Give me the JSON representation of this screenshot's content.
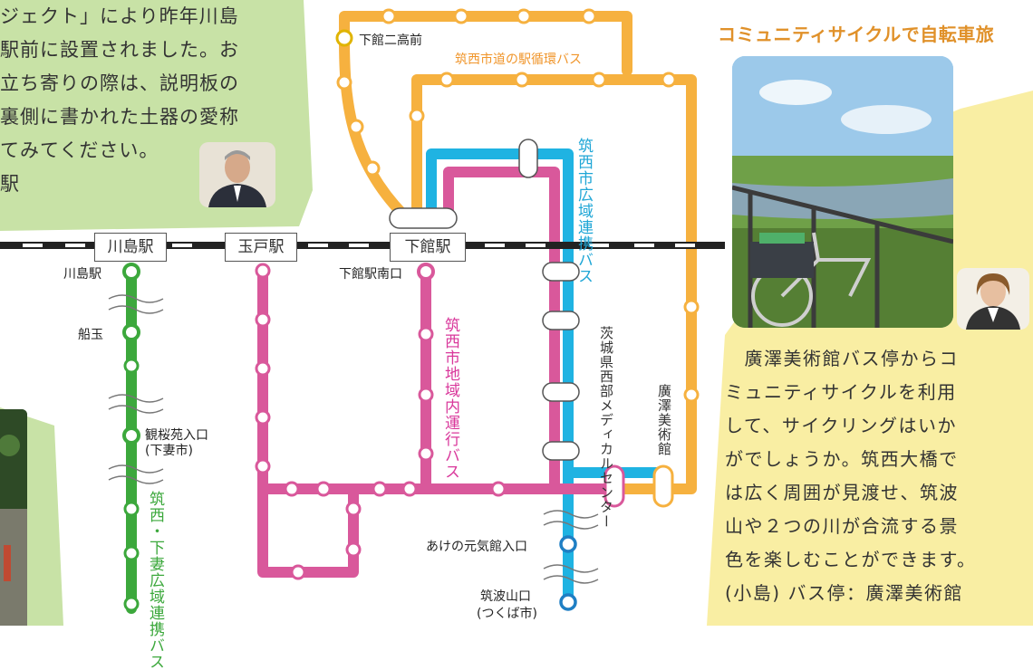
{
  "left_column": {
    "lines": [
      "ジェクト」により昨年川島",
      "駅前に設置されました。お",
      "立ち寄りの際は、説明板の",
      "裏側に書かれた土器の愛称",
      "てみてください。",
      "駅"
    ]
  },
  "railway": {
    "stations": [
      "川島駅",
      "玉戸駅",
      "下館駅"
    ]
  },
  "bus_lines": {
    "orange_name": "筑西市道の駅循環バス",
    "blue_name": "筑西市広域連携バス",
    "pink_name": "筑西市地域内運行バス",
    "green_name": "筑西・下妻広域連携バス"
  },
  "stops": {
    "shimodate_niko": "下館二高前",
    "shimodate_minami": "下館駅南口",
    "kawashima": "川島駅",
    "funadama": "船玉",
    "kanoen_1": "観桜苑入口",
    "kanoen_2": "(下妻市)",
    "akeno": "あけの元気館入口",
    "tsukuba_1": "筑波山口",
    "tsukuba_2": "(つくば市)",
    "medical": "茨城県西部メディカルセンター",
    "hirosawa": "廣澤美術館"
  },
  "right_column": {
    "title": "コミュニティサイクルで自転車旅",
    "lines": [
      "　廣澤美術館バス停からコ",
      "ミュニティサイクルを利用",
      "して、サイクリングはいか",
      "がでしょうか。筑西大橋で",
      "は広く周囲が見渡せ、筑波",
      "山や２つの川が合流する景",
      "色を楽しむことができます。",
      "(小島) バス停：廣澤美術館"
    ]
  },
  "colors": {
    "orange": "#f6b13f",
    "blue": "#1fb3e2",
    "pink": "#d9589b",
    "green": "#3ca83c",
    "rail": "#222222",
    "left_bg": "#c8e2a6",
    "right_bg": "#f8eb93",
    "title": "#e0912a"
  }
}
